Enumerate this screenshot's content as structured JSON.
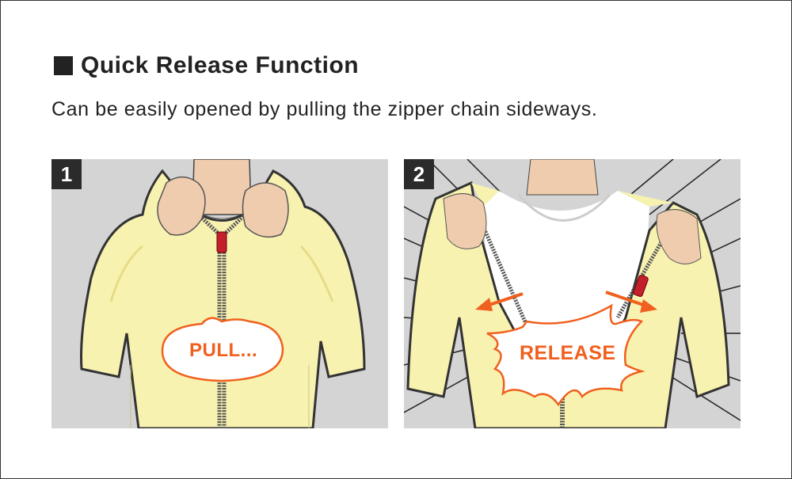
{
  "heading": {
    "title": "Quick Release Function",
    "subtitle": "Can be easily opened by pulling the zipper chain sideways."
  },
  "panels": [
    {
      "number": "1",
      "caption": "PULL..."
    },
    {
      "number": "2",
      "caption": "RELEASE"
    }
  ],
  "colors": {
    "jacket": "#f8f2b0",
    "skin": "#efccae",
    "accent": "#f0601e",
    "zipper_pull": "#c4202b",
    "background": "#d4d4d4"
  }
}
